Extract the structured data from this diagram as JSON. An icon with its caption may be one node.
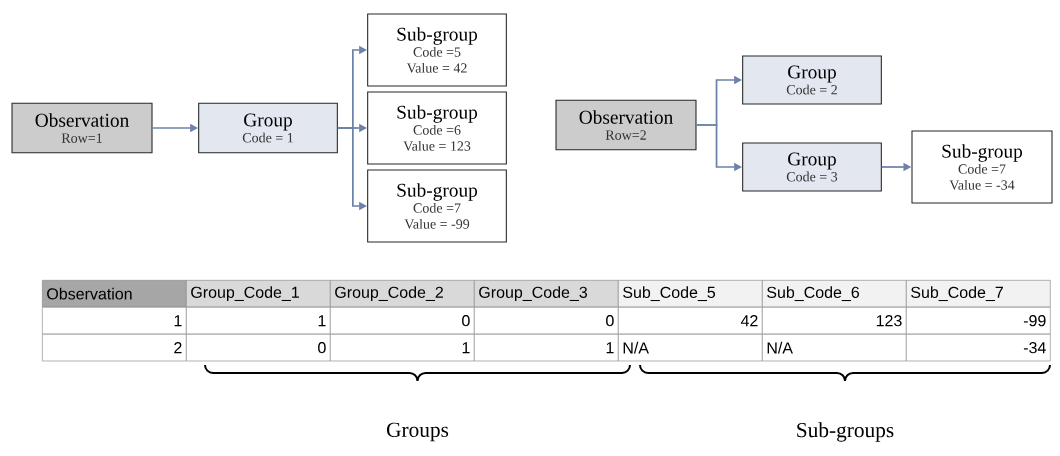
{
  "diagram": {
    "nodes": [
      {
        "text": [
          "Observation",
          "Row=1"
        ]
      },
      {
        "text": [
          "Group",
          "Code = 1"
        ]
      },
      {
        "text": [
          "Sub-group",
          "Code =5",
          "Value = 42"
        ]
      },
      {
        "text": [
          "Sub-group",
          "Code =6",
          "Value = 123"
        ]
      },
      {
        "text": [
          "Sub-group",
          "Code =7",
          "Value = -99"
        ]
      },
      {
        "text": [
          "Observation",
          "Row=2"
        ]
      },
      {
        "text": [
          "Group",
          "Code = 2"
        ]
      },
      {
        "text": [
          "Group",
          "Code = 3"
        ]
      },
      {
        "text": [
          "Sub-group",
          "Code =7",
          "Value = -34"
        ]
      }
    ],
    "edges": [
      {
        "from": 0,
        "to": 1,
        "arrow": "to"
      },
      {
        "from": 1,
        "to": 2,
        "arrow": "to"
      },
      {
        "from": 1,
        "to": 3,
        "arrow": "to"
      },
      {
        "from": 1,
        "to": 4,
        "arrow": "to"
      },
      {
        "from": 5,
        "to": 6,
        "arrow": "to"
      },
      {
        "from": 5,
        "to": 7,
        "arrow": "to"
      },
      {
        "from": 7,
        "to": 8,
        "arrow": "to"
      }
    ],
    "labels": [
      "Observation",
      "Group_Code_1",
      "Group_Code_2",
      "Group_Code_3",
      "Sub_Code_5",
      "Sub_Code_6",
      "Sub_Code_7",
      "1",
      "1",
      "0",
      "0",
      "42",
      "123",
      "-99",
      "2",
      "0",
      "1",
      "1",
      "N/A",
      "N/A",
      "-34",
      "Groups",
      "Sub-groups"
    ]
  }
}
